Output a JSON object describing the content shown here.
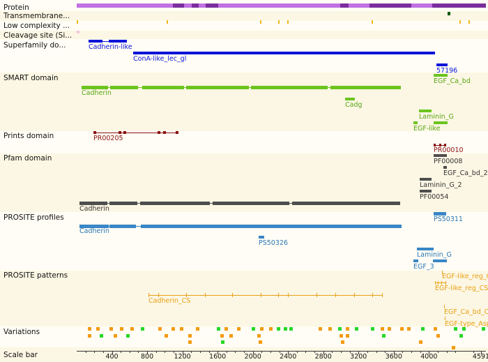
{
  "colors": {
    "protein": "#c071e4",
    "protein_dark": "#7a2f9c",
    "transmembrane": "#0b5a12",
    "low_complexity": "#f2b418",
    "cleavage": "#f3c6e0",
    "superfamily": "#0a14d8",
    "smart": "#6cc41f",
    "prints": "#8b1313",
    "pfam": "#4e4e4e",
    "prosite_profile": "#3a86c6",
    "prosite_pattern": "#e8a015",
    "var_orange": "#f39b12",
    "var_green": "#28d828"
  },
  "tracks": [
    {
      "name": "protein",
      "label": "Protein"
    },
    {
      "name": "transmembrane",
      "label": "Transmembrane..."
    },
    {
      "name": "low-complexity",
      "label": "Low complexity ..."
    },
    {
      "name": "cleavage-site",
      "label": "Cleavage site (Si..."
    },
    {
      "name": "superfamily",
      "label": "Superfamily do..."
    },
    {
      "name": "smart",
      "label": "SMART domain"
    },
    {
      "name": "prints",
      "label": "Prints domain"
    },
    {
      "name": "pfam",
      "label": "Pfam domain"
    },
    {
      "name": "prosite-profiles",
      "label": "PROSITE profiles"
    },
    {
      "name": "prosite-patterns",
      "label": "PROSITE patterns"
    },
    {
      "name": "variations",
      "label": "Variations"
    },
    {
      "name": "scale-bar",
      "label": "Scale bar"
    }
  ],
  "feature_labels": {
    "cadherin_like": "Cadherin-like",
    "cona_like": "ConA-like_lec_gl",
    "sf_57196": "57196",
    "smart_egf_ca_bd": "EGF_Ca_bd",
    "smart_cadherin": "Cadherin",
    "smart_cadg": "Cadg",
    "smart_laminin_g": "Laminin_G",
    "smart_egf_like": "EGF-like",
    "pr00205": "PR00205",
    "pr00010": "PR00010",
    "pf00008": "PF00008",
    "pf_egf_ca_bd_2": "EGF_Ca_bd_2",
    "pf_laminin_g_2": "Laminin_G_2",
    "pf00054": "PF00054",
    "pf_cadherin": "Cadherin",
    "ps50311": "PS50311",
    "ps_cadherin": "Cadherin",
    "ps50326": "PS50326",
    "ps_laminin_g": "Laminin_G",
    "ps_egf_3": "EGF_3",
    "pat_egf_like_reg_1": "EGF-like_reg_C",
    "pat_egf_like_reg_2": "EGF-like_reg_CS",
    "pat_cadherin_cs": "Cadherin_CS",
    "pat_egf_ca_bd_c": "EGF_Ca_bd_C",
    "pat_egf_type_asp": "EGF-type_Asp"
  },
  "scale": {
    "ticks": [
      "400",
      "800",
      "1200",
      "1600",
      "2000",
      "2400",
      "2800",
      "3200",
      "3600",
      "4000",
      "4591"
    ]
  }
}
